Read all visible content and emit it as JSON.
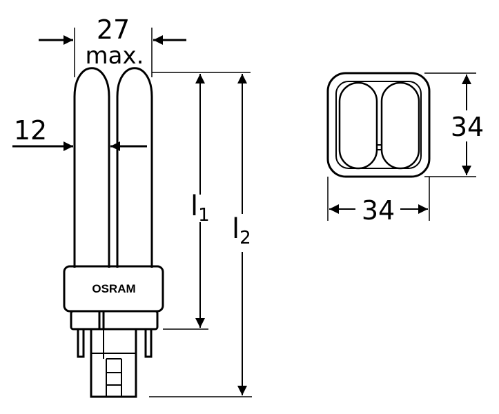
{
  "drawing": {
    "brand_label": "OSRAM",
    "overall_width": {
      "value": "27",
      "qualifier": "max."
    },
    "tube_diameter": "12",
    "length_1": {
      "letter": "l",
      "subscript": "1"
    },
    "length_2": {
      "letter": "l",
      "subscript": "2"
    },
    "base_width": "34",
    "base_depth": "34"
  },
  "colors": {
    "line": "#000000",
    "background": "#ffffff"
  }
}
